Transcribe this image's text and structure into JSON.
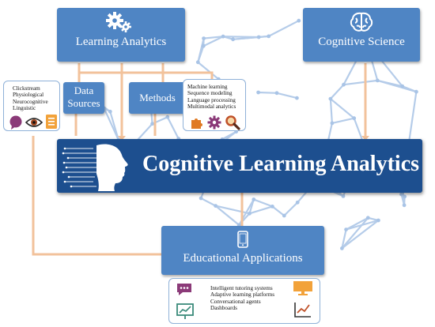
{
  "title": "Cognitive Learning Analytics",
  "learning_analytics": {
    "label": "Learning Analytics",
    "icon": "gears-icon"
  },
  "cognitive_science": {
    "label": "Cognitive Science",
    "icon": "brain-icon"
  },
  "data_sources": {
    "label_line1": "Data",
    "label_line2": "Sources",
    "items": [
      "Clickstream",
      "Physiological",
      "Neurocognitive",
      "Linguistic"
    ],
    "icons": [
      "speech-bubble-icon",
      "eye-icon",
      "document-icon"
    ]
  },
  "methods": {
    "label": "Methods",
    "items": [
      "Machine learning",
      "Sequence modeling",
      "Language processing",
      "Multimodal analytics"
    ],
    "icons": [
      "puzzle-icon",
      "gear-icon",
      "magnifier-icon"
    ]
  },
  "educational_applications": {
    "label": "Educational Applications",
    "icon": "smartphone-icon",
    "items": [
      "Intelligent tutoring systems",
      "Adaptive learning platforms",
      "Conversational agents",
      "Dashboards"
    ],
    "icons": [
      "chat-icon",
      "presentation-icon",
      "monitor-icon",
      "trend-chart-icon"
    ]
  },
  "colors": {
    "box_blue": "#4f85c4",
    "title_navy": "#1d4f8f",
    "connector": "#f2c29b",
    "network": "#a9c4e6",
    "panel_border": "#8fb1d8"
  }
}
